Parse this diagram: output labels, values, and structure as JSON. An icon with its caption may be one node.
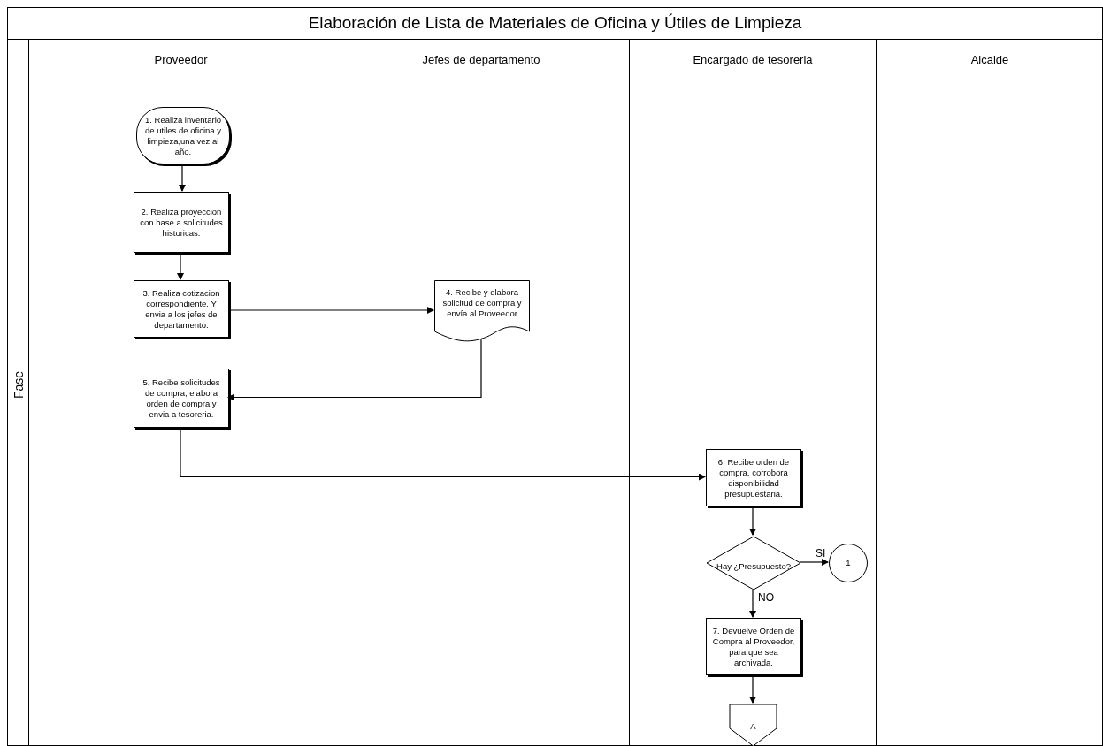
{
  "diagram": {
    "nodes": [
      {
        "text": [
          "Elaboración de Lista de Materiales de Oficina y Útiles de Limpieza"
        ]
      },
      {
        "text": [
          "Fase"
        ],
        "in": 0
      },
      {
        "text": [
          "Proveedor"
        ],
        "in": 0
      },
      {
        "text": [
          "Jefes de departamento"
        ],
        "in": 0
      },
      {
        "text": [
          "Encargado de tesoreria"
        ],
        "in": 0
      },
      {
        "text": [
          "Alcalde"
        ],
        "in": 0
      },
      {
        "text": [
          "1. Realiza inventario de utiles de oficina y limpieza,una vez al año."
        ],
        "in": 2
      },
      {
        "text": [
          "2. Realiza proyeccion con base a solicitudes historicas."
        ],
        "in": 2
      },
      {
        "text": [
          "3. Realiza  cotizacion correspondiente. Y envia a los jefes de departamento."
        ],
        "in": 2
      },
      {
        "text": [
          "4. Recibe y elabora solicitud de compra y envía al Proveedor"
        ],
        "in": 3
      },
      {
        "text": [
          "5. Recibe solicitudes de compra, elabora orden de compra y envia a tesoreria."
        ],
        "in": 2
      },
      {
        "text": [
          "6. Recibe orden de compra, corrobora disponibilidad presupuestaria."
        ],
        "in": 4
      },
      {
        "text": [
          "Hay ¿Presupuesto?"
        ],
        "in": 4
      },
      {
        "text": [
          "1"
        ],
        "in": 4
      },
      {
        "text": [
          "7. Devuelve Orden de Compra al Proveedor, para que sea archivada."
        ],
        "in": 4
      },
      {
        "text": [
          "A"
        ],
        "in": 4
      }
    ],
    "edges": [
      {
        "from": 6,
        "to": 7,
        "arrow": "to"
      },
      {
        "from": 7,
        "to": 8,
        "arrow": "to"
      },
      {
        "from": 8,
        "to": 9,
        "arrow": "to"
      },
      {
        "from": 9,
        "to": 10,
        "arrow": "to"
      },
      {
        "from": 10,
        "to": 11,
        "arrow": "to"
      },
      {
        "from": 11,
        "to": 12,
        "arrow": "to"
      },
      {
        "from": 12,
        "to": 13,
        "arrow": "to",
        "label": "SI"
      },
      {
        "from": 12,
        "to": 14,
        "arrow": "to",
        "label": "NO"
      },
      {
        "from": 14,
        "to": 15,
        "arrow": "to"
      }
    ]
  }
}
